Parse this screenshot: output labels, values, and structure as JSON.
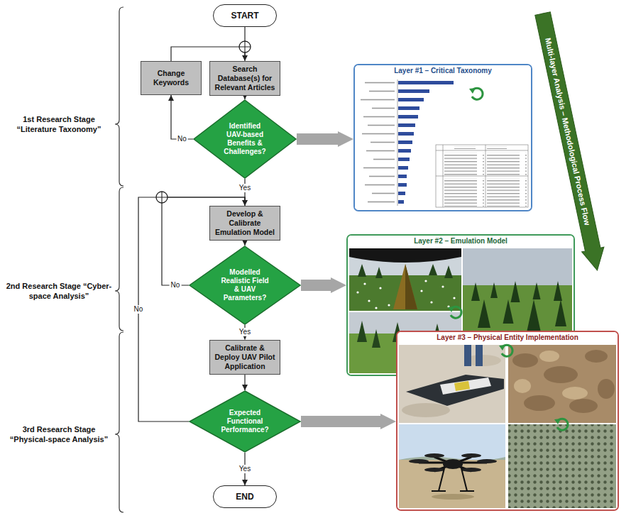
{
  "diagram": {
    "nodes": [
      {
        "text": [
          "START"
        ]
      },
      {
        "text": [
          "Change Keywords"
        ]
      },
      {
        "text": [
          "Search Database(s) for Relevant Articles"
        ]
      },
      {
        "text": [
          "Identified UAV-based Benefits & Challenges?"
        ]
      },
      {
        "text": [
          "Develop & Calibrate Emulation Model"
        ]
      },
      {
        "text": [
          "Modelled Realistic Field & UAV Parameters?"
        ]
      },
      {
        "text": [
          "Calibrate & Deploy UAV Pilot Application"
        ]
      },
      {
        "text": [
          "Expected Functional Performance?"
        ]
      },
      {
        "text": [
          "END"
        ]
      },
      {
        "text": [
          "Layer #1 – Critical Taxonomy"
        ]
      },
      {
        "text": [
          "Layer #2 – Emulation Model"
        ]
      },
      {
        "text": [
          "Layer #3 – Physical Entity Implementation"
        ]
      },
      {
        "text": [
          "Multi-layer Analysis – Methodological Process Flow"
        ]
      }
    ],
    "edges": [
      {
        "from": 0,
        "to": 2,
        "arrow": "to"
      },
      {
        "from": 2,
        "to": 3,
        "arrow": "to"
      },
      {
        "from": 3,
        "to": 1,
        "label": "No",
        "arrow": "to"
      },
      {
        "from": 1,
        "to": 2,
        "arrow": "to"
      },
      {
        "from": 3,
        "to": 4,
        "label": "Yes",
        "arrow": "to"
      },
      {
        "from": 4,
        "to": 5,
        "arrow": "to"
      },
      {
        "from": 5,
        "to": 4,
        "label": "No",
        "arrow": "to"
      },
      {
        "from": 5,
        "to": 6,
        "label": "Yes",
        "arrow": "to"
      },
      {
        "from": 6,
        "to": 7,
        "arrow": "to"
      },
      {
        "from": 7,
        "to": 4,
        "label": "No",
        "arrow": "to"
      },
      {
        "from": 7,
        "to": 8,
        "label": "Yes",
        "arrow": "to"
      },
      {
        "from": 3,
        "to": 9,
        "arrow": "to"
      },
      {
        "from": 5,
        "to": 10,
        "arrow": "to"
      },
      {
        "from": 7,
        "to": 11,
        "arrow": "to"
      }
    ],
    "labels": [
      "1st Research Stage “Literature Taxonomy”",
      "2nd Research Stage “Cyber-space Analysis”",
      "3rd Research Stage “Physical-space Analysis”"
    ]
  }
}
